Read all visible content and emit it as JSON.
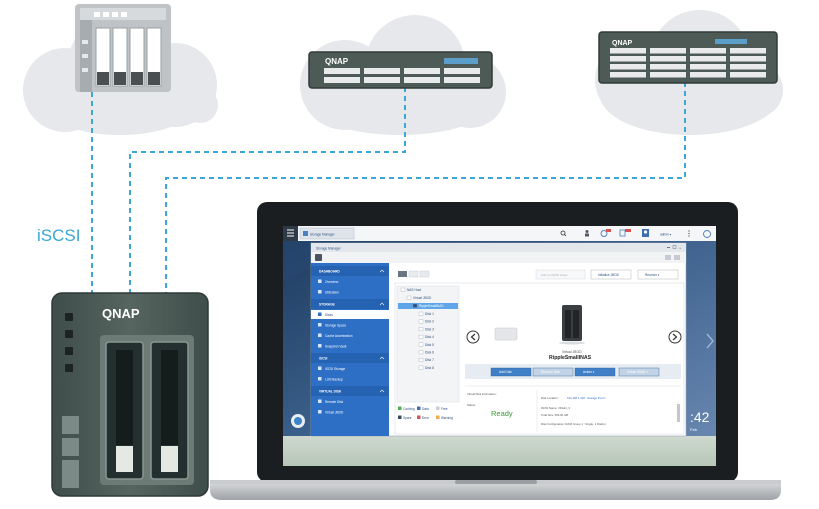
{
  "labels": {
    "protocol": "iSCSI",
    "brand": "QNAP"
  },
  "colors": {
    "link_line": "#3aa7d6",
    "cloud": "#e6e8eb",
    "nas_body": "#4f5e5c",
    "nas_drive": "#23302f",
    "rack": "#4e5a56",
    "laptop_bezel": "#1b1e21",
    "laptop_base": "#b7b9bc",
    "sidebar": "#2d6fc4",
    "selected": "#5ea6e8",
    "status_ready": "#3a9a3a"
  },
  "icons": {
    "qts_logo": "qnap-logo-icon",
    "menu": "hamburger-icon"
  },
  "app": {
    "taskbar_tab": "Storage Manager",
    "taskbar_user": "admin ▾",
    "window_title": "Storage Manager",
    "clock": ":42",
    "clock_sub": "Feb",
    "sidebar": [
      {
        "type": "section",
        "label": "DASHBOARD"
      },
      {
        "type": "item",
        "label": "Overview"
      },
      {
        "type": "item",
        "label": "Utilization"
      },
      {
        "type": "section",
        "label": "STORAGE"
      },
      {
        "type": "item",
        "label": "Disks",
        "selected": true
      },
      {
        "type": "item",
        "label": "Storage Space"
      },
      {
        "type": "item",
        "label": "Cache Acceleration"
      },
      {
        "type": "item",
        "label": "Snapshot Vault"
      },
      {
        "type": "section",
        "label": "iSCSI"
      },
      {
        "type": "item",
        "label": "iSCSI Storage"
      },
      {
        "type": "item",
        "label": "LUN Backup"
      },
      {
        "type": "section",
        "label": "VIRTUAL DISK"
      },
      {
        "type": "item",
        "label": "Remote Disk"
      },
      {
        "type": "item",
        "label": "Virtual JBOD"
      }
    ],
    "toolbar_buttons": [
      "Initialize JBOD",
      "Recover ▾"
    ],
    "toolbar_disabled": "Add an iSCSI target",
    "tree": {
      "root": "NAS Host",
      "child": "Virtual JBOD",
      "selected": "RippleSmallINAS",
      "disks": [
        "Disk 1",
        "Disk 2",
        "Disk 3",
        "Disk 4",
        "Disk 5",
        "Disk 6",
        "Disk 7",
        "Disk 8"
      ]
    },
    "legend": [
      "Caching",
      "Data",
      "Free",
      "Spare",
      "Error",
      "Warning"
    ],
    "device": {
      "type_label": "Virtual JBOD",
      "name": "RippleSmallINAS"
    },
    "action_buttons": [
      "Add Disk",
      "Remove Disk",
      "Action ▾",
      "Virtual JBOD ▾"
    ],
    "info": {
      "heading": "Virtual Disk information:",
      "status_label": "Status:",
      "status_value": "Ready",
      "disk_location_label": "Disk Location:",
      "disk_location_value": "192.168.1.100 : Storage Pool 1",
      "iscsi_name": "iSCSI Name: VDisk1_3",
      "total_size": "Total Size: 500.00 GB",
      "disk_config": "Disk Configuration: RAID Group 1 : Single, 1 Disk(s)"
    }
  }
}
